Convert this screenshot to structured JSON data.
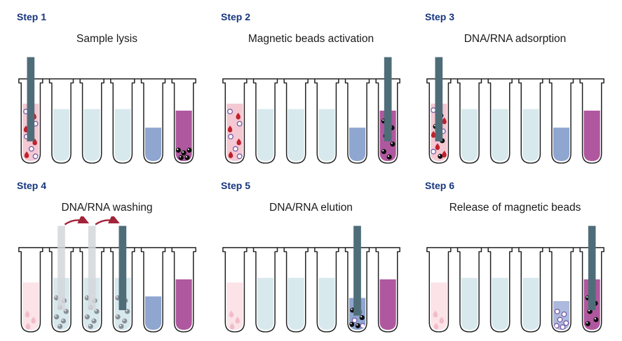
{
  "figure": {
    "panels": [
      {
        "label": "Step 1",
        "title": "Sample lysis",
        "tubes": [
          {
            "liquid": "pink",
            "level": 0.75,
            "contents": "lysate",
            "rod": "solid"
          },
          {
            "liquid": "lightblue",
            "level": 0.68
          },
          {
            "liquid": "lightblue",
            "level": 0.68
          },
          {
            "liquid": "lightblue",
            "level": 0.68
          },
          {
            "liquid": "blue",
            "level": 0.44
          },
          {
            "liquid": "magenta",
            "level": 0.66,
            "contents": "beadsCluster"
          }
        ]
      },
      {
        "label": "Step 2",
        "title": "Magnetic beads activation",
        "tubes": [
          {
            "liquid": "pink",
            "level": 0.75,
            "contents": "lysate"
          },
          {
            "liquid": "lightblue",
            "level": 0.68
          },
          {
            "liquid": "lightblue",
            "level": 0.68
          },
          {
            "liquid": "lightblue",
            "level": 0.68
          },
          {
            "liquid": "blue",
            "level": 0.44
          },
          {
            "liquid": "magenta",
            "level": 0.66,
            "contents": "beadsScatter",
            "rod": "solid"
          }
        ]
      },
      {
        "label": "Step 3",
        "title": "DNA/RNA adsorption",
        "tubes": [
          {
            "liquid": "pink",
            "level": 0.75,
            "contents": "lysateBeads",
            "rod": "solid"
          },
          {
            "liquid": "lightblue",
            "level": 0.68
          },
          {
            "liquid": "lightblue",
            "level": 0.68
          },
          {
            "liquid": "lightblue",
            "level": 0.68
          },
          {
            "liquid": "blue",
            "level": 0.44
          },
          {
            "liquid": "magenta",
            "level": 0.66
          }
        ]
      },
      {
        "label": "Step 4",
        "title": "DNA/RNA washing",
        "arrows": [
          [
            1,
            2
          ],
          [
            2,
            3
          ]
        ],
        "tubes": [
          {
            "liquid": "faintpink",
            "level": 0.62,
            "contents": "faintDrops"
          },
          {
            "liquid": "lightblue",
            "level": 0.68,
            "contents": "grayBeads",
            "rod": "ghost"
          },
          {
            "liquid": "lightblue",
            "level": 0.68,
            "contents": "grayBeads",
            "rod": "ghost"
          },
          {
            "liquid": "lightblue",
            "level": 0.68,
            "contents": "grayBeads",
            "rod": "solid"
          },
          {
            "liquid": "blue",
            "level": 0.44
          },
          {
            "liquid": "magenta",
            "level": 0.66
          }
        ]
      },
      {
        "label": "Step 5",
        "title": "DNA/RNA elution",
        "tubes": [
          {
            "liquid": "faintpink",
            "level": 0.62,
            "contents": "faintDrops"
          },
          {
            "liquid": "lightblue",
            "level": 0.68
          },
          {
            "liquid": "lightblue",
            "level": 0.68
          },
          {
            "liquid": "lightblue",
            "level": 0.68
          },
          {
            "liquid": "blue",
            "level": 0.42,
            "contents": "elutionMix",
            "rod": "solid"
          },
          {
            "liquid": "magenta",
            "level": 0.66
          }
        ]
      },
      {
        "label": "Step 6",
        "title": "Release of magnetic beads",
        "tubes": [
          {
            "liquid": "faintpink",
            "level": 0.62,
            "contents": "faintDrops"
          },
          {
            "liquid": "lightblue",
            "level": 0.68
          },
          {
            "liquid": "lightblue",
            "level": 0.68
          },
          {
            "liquid": "lightblue",
            "level": 0.68
          },
          {
            "liquid": "periwinkle",
            "level": 0.38,
            "contents": "cellsOnly"
          },
          {
            "liquid": "magenta",
            "level": 0.66,
            "contents": "beadsScatter2",
            "rod": "solid"
          }
        ]
      }
    ],
    "colors": {
      "pink": "#f4c9d3",
      "lightblue": "#d8e9ee",
      "blue": "#8ea6d0",
      "magenta": "#b0589f",
      "faintpink": "#fbe3e8",
      "periwinkle": "#adbadd",
      "rod": "#4e6d78",
      "ghostRod": "#d3d7da",
      "outline": "#1f1f1f",
      "drop": "#c2202c",
      "faintDrop": "#f2bcc8",
      "cellStroke": "#7a5fa8",
      "bead": "#0d0d0d",
      "grayBead": "#878e96",
      "arrow": "#a22439",
      "stepLabelColor": "#16357e",
      "titleColor": "#1a1a1a",
      "background": "#ffffff"
    }
  }
}
